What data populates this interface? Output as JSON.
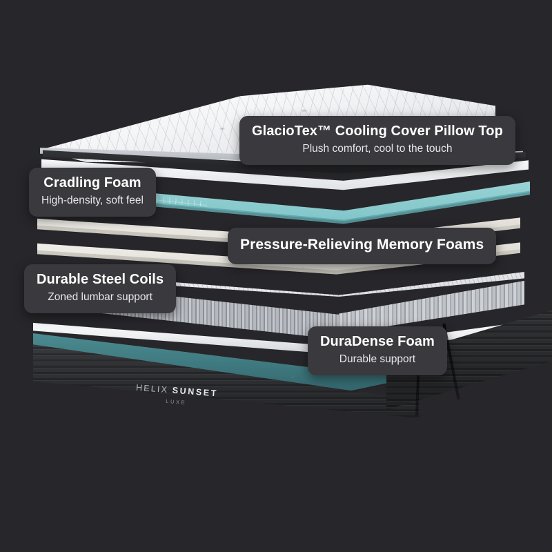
{
  "product": {
    "brand_prefix": "HELIX ",
    "brand_name": "SUNSET",
    "brand_tier": "LUXE"
  },
  "background_color": "#27262a",
  "callout_color": "#3a393d",
  "accent_teal": "#8ecdd0",
  "base_teal": "#3f7a80",
  "layers": [
    {
      "id": "glaciotex-cover",
      "title": "GlacioTex™ Cooling Cover Pillow Top",
      "subtitle": "Plush comfort, cool to the touch"
    },
    {
      "id": "cradling-foam",
      "title": "Cradling Foam",
      "subtitle": "High-density, soft feel"
    },
    {
      "id": "memory-foams",
      "title": "Pressure-Relieving Memory Foams",
      "subtitle": ""
    },
    {
      "id": "steel-coils",
      "title": "Durable Steel Coils",
      "subtitle": "Zoned lumbar support"
    },
    {
      "id": "duradense-foam",
      "title": "DuraDense Foam",
      "subtitle": "Durable support"
    }
  ]
}
